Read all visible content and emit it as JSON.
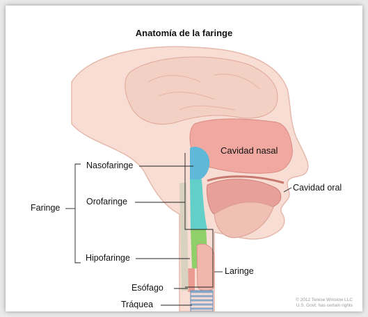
{
  "title": "Anatomía de la faringe",
  "labels": {
    "nasal_cavity": "Cavidad nasal",
    "nasopharynx": "Nasofaringe",
    "oropharynx": "Orofaringe",
    "hypopharynx": "Hipofaringe",
    "pharynx": "Faringe",
    "oral_cavity": "Cavidad oral",
    "larynx": "Laringe",
    "esophagus": "Esófago",
    "trachea": "Tráquea"
  },
  "copyright": {
    "line1": "© 2012 Terese Winslow LLC",
    "line2": "U.S. Govt. has certain rights"
  },
  "colors": {
    "nasopharynx": "#5fb8d8",
    "oropharynx": "#62d0c9",
    "hypopharynx": "#8fd06b",
    "tissue": "#f0a8a0",
    "skin": "#f7ddd3"
  }
}
